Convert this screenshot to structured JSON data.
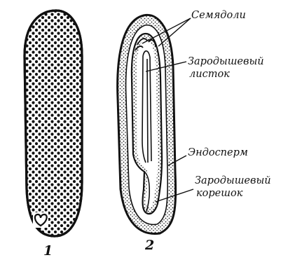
{
  "labels": {
    "cotyledons": "Семядоли",
    "embryonic_leaf_line1": "Зародышевый",
    "embryonic_leaf_line2": "листок",
    "endosperm": "Эндосперм",
    "embryonic_root_line1": "Зародышевый",
    "embryonic_root_line2": "корешок"
  },
  "figure_numbers": {
    "left": "1",
    "right": "2"
  }
}
